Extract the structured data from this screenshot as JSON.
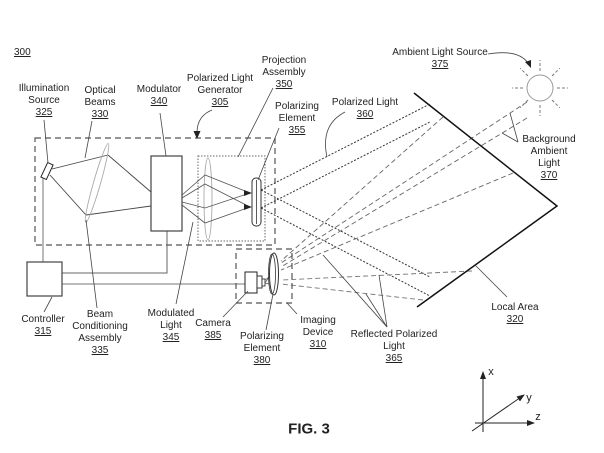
{
  "figure": {
    "ref": "300",
    "caption": "FIG. 3"
  },
  "labels": {
    "illumination_source": {
      "lines": [
        "Illumination",
        "Source"
      ],
      "ref": "325"
    },
    "optical_beams": {
      "lines": [
        "Optical",
        "Beams"
      ],
      "ref": "330"
    },
    "modulator": {
      "lines": [
        "Modulator"
      ],
      "ref": "340"
    },
    "polarized_light_generator": {
      "lines": [
        "Polarized Light",
        "Generator"
      ],
      "ref": "305"
    },
    "projection_assembly": {
      "lines": [
        "Projection",
        "Assembly"
      ],
      "ref": "350"
    },
    "polarizing_element_355": {
      "lines": [
        "Polarizing",
        "Element"
      ],
      "ref": "355"
    },
    "polarized_light": {
      "lines": [
        "Polarized Light"
      ],
      "ref": "360"
    },
    "ambient_light_source": {
      "lines": [
        "Ambient Light Source"
      ],
      "ref": "375"
    },
    "background_ambient_light": {
      "lines": [
        "Background",
        "Ambient",
        "Light"
      ],
      "ref": "370"
    },
    "controller": {
      "lines": [
        "Controller"
      ],
      "ref": "315"
    },
    "beam_conditioning_assembly": {
      "lines": [
        "Beam",
        "Conditioning",
        "Assembly"
      ],
      "ref": "335"
    },
    "modulated_light": {
      "lines": [
        "Modulated",
        "Light"
      ],
      "ref": "345"
    },
    "camera": {
      "lines": [
        "Camera"
      ],
      "ref": "385"
    },
    "polarizing_element_380": {
      "lines": [
        "Polarizing",
        "Element"
      ],
      "ref": "380"
    },
    "imaging_device": {
      "lines": [
        "Imaging",
        "Device"
      ],
      "ref": "310"
    },
    "reflected_polarized_light": {
      "lines": [
        "Reflected Polarized",
        "Light"
      ],
      "ref": "365"
    },
    "local_area": {
      "lines": [
        "Local Area"
      ],
      "ref": "320"
    }
  },
  "axes": {
    "x": "x",
    "y": "y",
    "z": "z"
  },
  "colors": {
    "line": "#555555",
    "outline": "#333333",
    "surface": "#111111",
    "light_gray": "#999999",
    "text": "#222222"
  }
}
